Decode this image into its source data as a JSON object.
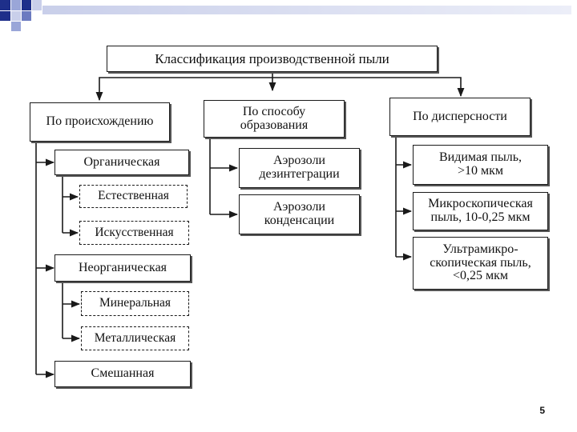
{
  "colors": {
    "accent_dark": "#1e2f8a",
    "accent_light": "#9aa6d8",
    "line": "#1a1a1a"
  },
  "title": "Классификация производственной пыли",
  "columns": {
    "origin": {
      "header": "По происхождению",
      "items": [
        {
          "label": "Органическая"
        },
        {
          "label": "Естественная"
        },
        {
          "label": "Искусственная"
        },
        {
          "label": "Неорганическая"
        },
        {
          "label": "Минеральная"
        },
        {
          "label": "Металлическая"
        },
        {
          "label": "Смешанная"
        }
      ]
    },
    "formation": {
      "header": "По способу\nобразования",
      "items": [
        {
          "label": "Аэрозоли\nдезинтеграции"
        },
        {
          "label": "Аэрозоли\nконденсации"
        }
      ]
    },
    "dispersity": {
      "header": "По дисперсности",
      "items": [
        {
          "label": "Видимая пыль,\n>10 мкм"
        },
        {
          "label": "Микроскопическая\nпыль, 10-0,25 мкм"
        },
        {
          "label": "Ультрамикро-\nскопическая пыль,\n<0,25 мкм"
        }
      ]
    }
  },
  "page_number": "5"
}
